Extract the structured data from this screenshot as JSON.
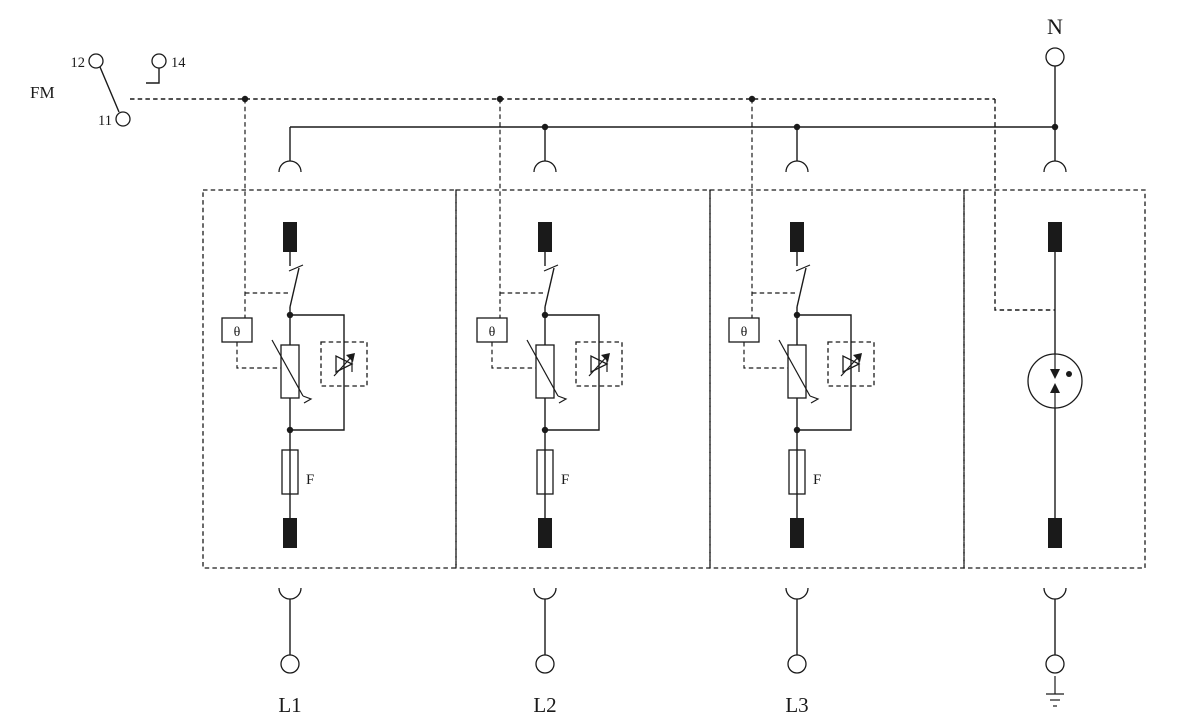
{
  "diagram": {
    "colors": {
      "line": "#1a1a1a",
      "background": "#ffffff"
    },
    "remote_contact": {
      "label": "FM",
      "terminal_top_left": "12",
      "terminal_top_right": "14",
      "terminal_bottom": "11"
    },
    "neutral_label": "N",
    "modules": [
      {
        "phase_label": "L1",
        "thermal_label": "θ",
        "fuse_label": "F"
      },
      {
        "phase_label": "L2",
        "thermal_label": "θ",
        "fuse_label": "F"
      },
      {
        "phase_label": "L3",
        "thermal_label": "θ",
        "fuse_label": "F"
      },
      {
        "type": "gas-discharge-tube",
        "terminal_icon": "earth-ground-icon"
      }
    ]
  }
}
